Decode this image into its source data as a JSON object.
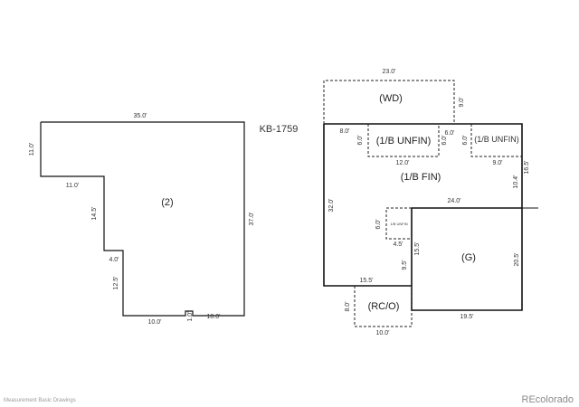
{
  "plan_id": "KB-1759",
  "left_plan": {
    "room": "(2)",
    "dims": {
      "top": "35.0'",
      "left_upper": "11.0'",
      "step_top": "11.0'",
      "left_mid": "14.5'",
      "step_mid": "4.0'",
      "left_lower": "12.5'",
      "bottom_left": "10.0'",
      "notch": "1.0'",
      "bottom_right": "10.0'",
      "right": "37.0'"
    }
  },
  "right_plan": {
    "rooms": {
      "wd": "(WD)",
      "unfin_left": "(1/B UNFIN)",
      "unfin_right": "(1/B UNFIN)",
      "fin": "(1/B FIN)",
      "unfin_small": "1/B UNFIN",
      "garage": "(G)",
      "rco": "(RC/O)"
    },
    "dims": {
      "wd_width": "23.0'",
      "wd_height": "9.0'",
      "top_left": "8.0'",
      "unfin_l_height": "6.0'",
      "unfin_l_width": "12.0'",
      "gap_h1": "6.0'",
      "gap_h2": "6.0'",
      "unfin_r_height": "6.0'",
      "unfin_r_width": "9.0'",
      "right_upper": "16.5'",
      "right_upper_inner": "10.4'",
      "left_side": "32.0'",
      "garage_top": "24.0'",
      "small_height": "6.0'",
      "small_width": "4.5'",
      "inner_garage_left": "15.5'",
      "step_left": "9.5'",
      "garage_right": "20.5'",
      "bottom_left": "15.5'",
      "garage_bottom": "19.5'",
      "rco_height": "8.0'",
      "rco_width": "10.0'"
    }
  },
  "footer_note": "Measurement Basic Drawings",
  "watermark": "REcolorado"
}
